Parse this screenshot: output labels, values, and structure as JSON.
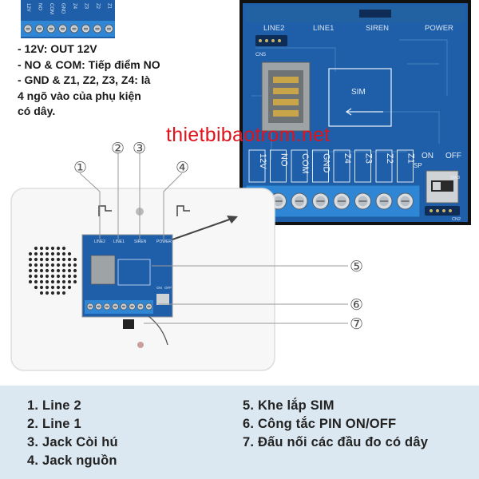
{
  "notes": [
    "- 12V: OUT 12V",
    "- NO & COM: Tiếp điểm NO",
    "- GND & Z1, Z2, Z3, Z4: là",
    "4 ngõ vào của phụ kiện",
    "có dây."
  ],
  "watermark": "thietbibaotrom.net",
  "top_strip_labels": [
    "12V",
    "NO",
    "COM",
    "GND",
    "Z4",
    "Z3",
    "Z2",
    "Z1"
  ],
  "pcb_zoom": {
    "top_labels": [
      "LINE2",
      "LINE1",
      "SIREN",
      "POWER"
    ],
    "cn_label": "CN5",
    "sim_label": "SIM",
    "terminal_labels": [
      "12V",
      "NO",
      "COM",
      "GND",
      "Z4",
      "Z3",
      "Z2",
      "Z1"
    ],
    "switch_on": "ON",
    "switch_off": "OFF",
    "sw_code": "SW3",
    "cn2_label": "CN2",
    "sp_label": "SP"
  },
  "device": {
    "board_labels": [
      "LINE2",
      "LINE1",
      "SIREN",
      "POWER"
    ],
    "switch_on": "ON",
    "switch_off": "OFF"
  },
  "callouts": [
    "①",
    "②",
    "③",
    "④",
    "⑤",
    "⑥",
    "⑦"
  ],
  "legend": {
    "left": [
      "1. Line 2",
      "2. Line 1",
      "3. Jack Còi hú",
      "4. Jack nguồn"
    ],
    "right": [
      "5. Khe lắp SIM",
      "6. Công tắc PIN ON/OFF",
      "7. Đấu nối các đầu đo có dây"
    ]
  },
  "colors": {
    "pcb": "#1f5ea8",
    "terminal": "#2f86d4",
    "watermark": "#e0131b",
    "legend_bg": "#dce8f1"
  }
}
